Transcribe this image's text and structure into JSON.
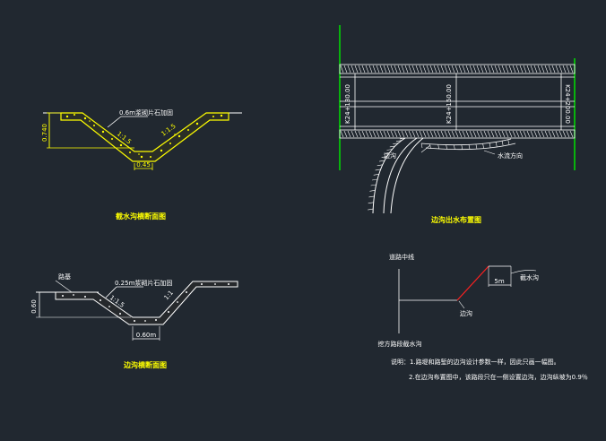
{
  "colors": {
    "background": "#212830",
    "line": "#ffffff",
    "highlight": "#ffff00",
    "green": "#00e000",
    "red": "#ff2020"
  },
  "drain_section": {
    "title": "截水沟横断面图",
    "lining": "0.6m浆砌片石加固",
    "slope_left": "1:1.5",
    "slope_right": "1:1.5",
    "depth": "0.740",
    "bottom": "0.45"
  },
  "ditch_section": {
    "title": "边沟横断面图",
    "road_label": "路基",
    "lining": "0.25m浆砌片石加固",
    "slope_left": "1:1.5",
    "slope_right": "1:1",
    "depth": "0.60",
    "bottom": "0.60m"
  },
  "outlet_plan": {
    "title": "边沟出水布置图",
    "stations": [
      "K24+130.00",
      "K24+150.00",
      "K24+200.00"
    ],
    "ditch_label": "边沟",
    "flow_label": "水流方向"
  },
  "schematic": {
    "center_label": "道路中线",
    "ditch_label": "边沟",
    "drain_label": "截水沟",
    "distance": "5m",
    "bottom_label": "挖方路段截水沟"
  },
  "notes": {
    "line1": "说明：1.路堤和路堑的边沟设计参数一样，因此只画一幅图。",
    "line2": "2.在边沟布置图中，该路段只在一侧设置边沟，边沟纵坡为0.9％"
  }
}
